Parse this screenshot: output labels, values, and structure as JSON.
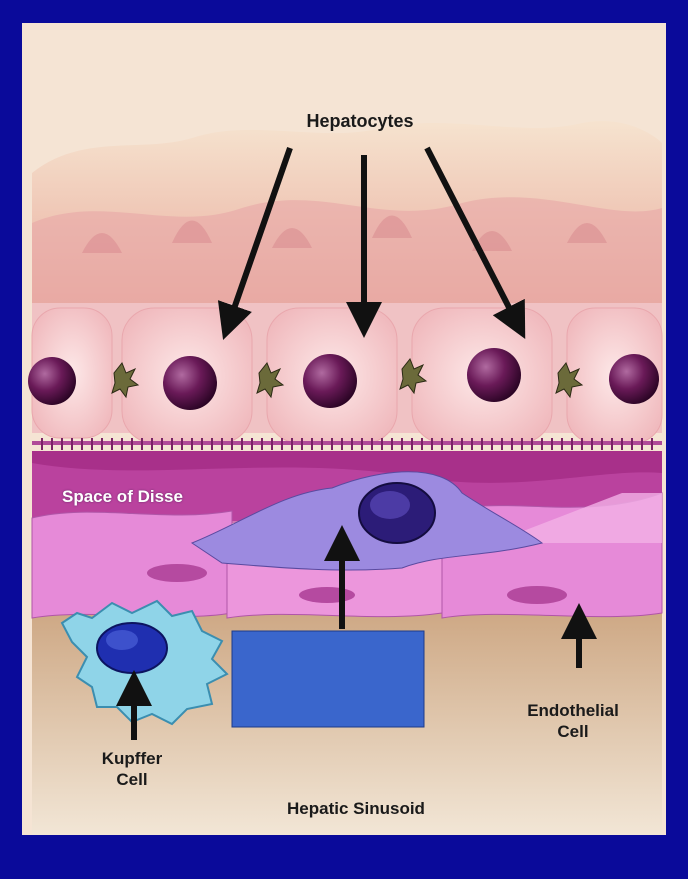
{
  "labels": {
    "hepatocytes": "Hepatocytes",
    "space_of_disse": "Space of Disse",
    "kupffer_line1": "Kupffer",
    "kupffer_line2": "Cell",
    "endothelial_line1": "Endothelial",
    "endothelial_line2": "Cell",
    "hepatic_sinusoid": "Hepatic Sinusoid"
  },
  "colors": {
    "background": "#0a0a9a",
    "panel": "#f3d9c0",
    "hepatocyte": "#f6cfcf",
    "nucleus": "#5a1248",
    "sinusoid_band": "#b0338f",
    "endothelial": "#e07ad0",
    "stellate_cell": "#9a86e0",
    "kupffer_cell": "#8fd4e8",
    "blood_lumen": "#d8b896",
    "overlay_box": "#3a66cc"
  }
}
